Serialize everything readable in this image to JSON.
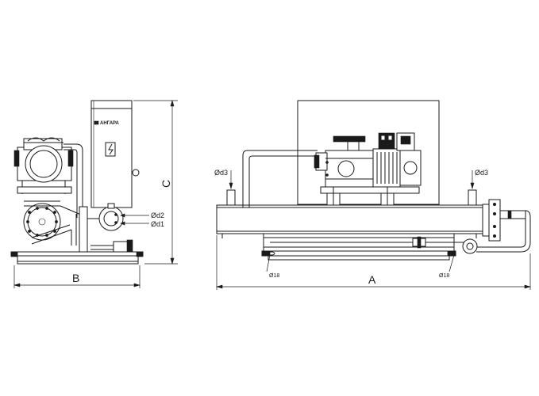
{
  "dimensions": {
    "width_label": "B",
    "height_label": "C",
    "length_label": "A",
    "d1": "Ød1",
    "d2": "Ød2",
    "d3_left": "Ød3",
    "d3_right": "Ød3",
    "hole_left": "Ø18",
    "hole_right": "Ø18"
  },
  "logo": {
    "text": "АНГАРА"
  },
  "colors": {
    "line": "#1a1a1a",
    "background": "#ffffff"
  }
}
